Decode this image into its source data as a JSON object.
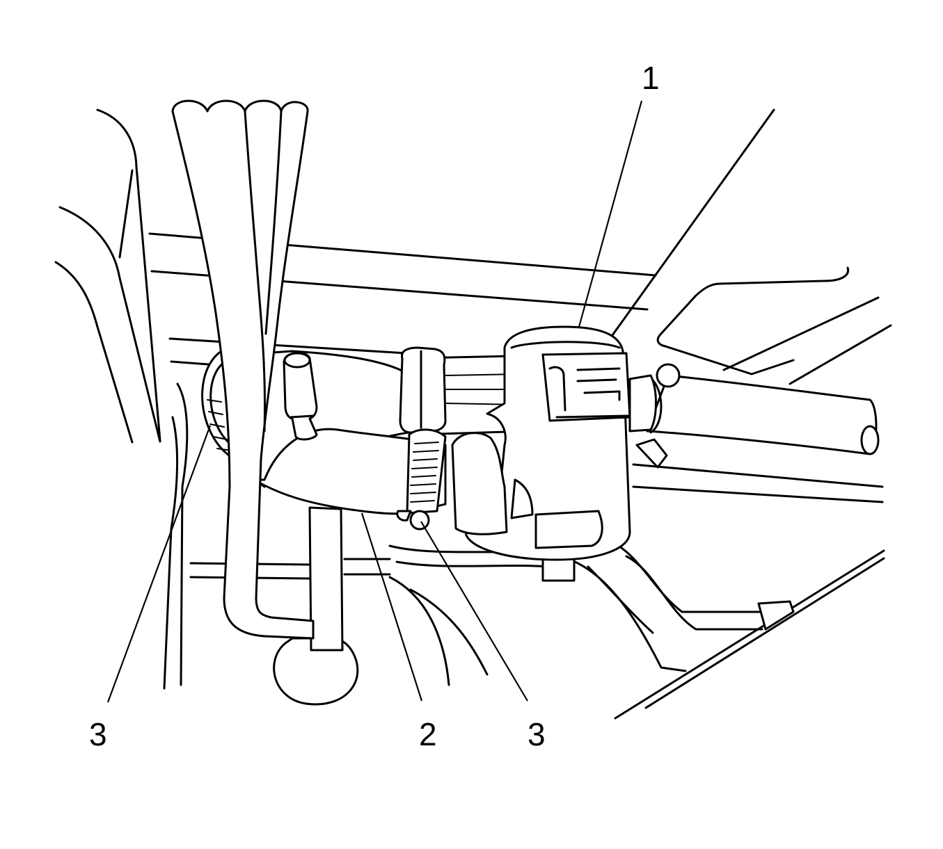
{
  "callouts": [
    {
      "id": "callout-1",
      "text": "1"
    },
    {
      "id": "callout-2",
      "text": "2"
    },
    {
      "id": "callout-3-left",
      "text": "3"
    },
    {
      "id": "callout-3-right",
      "text": "3"
    }
  ]
}
